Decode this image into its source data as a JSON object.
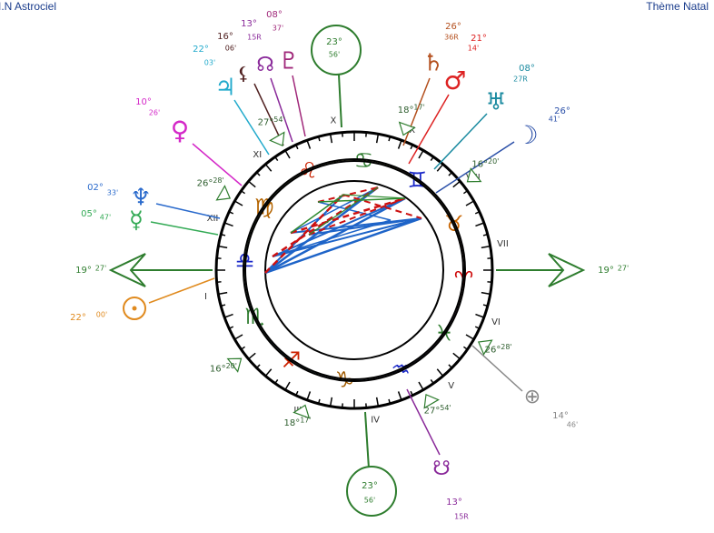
{
  "header": {
    "left_title": "I.N Astrociel",
    "right_title": "Thème Natal"
  },
  "chart_data": {
    "type": "natal-wheel",
    "colors": {
      "ring_stroke": "#000000",
      "axis_green": "#2e7d2e",
      "houses_text": "#333333"
    },
    "signs": [
      {
        "name": "Aries",
        "glyph": "♈",
        "fill": "#f7c6c6",
        "color": "#cc0000",
        "start_angle": 0
      },
      {
        "name": "Taurus",
        "glyph": "♉",
        "fill": "#f7cda5",
        "color": "#c86400",
        "start_angle": 30
      },
      {
        "name": "Gemini",
        "glyph": "♊",
        "fill": "#f7e0a5",
        "color": "#1a28c8",
        "start_angle": 60
      },
      {
        "name": "Cancer",
        "glyph": "♋",
        "fill": "#f0f2a8",
        "color": "#2c7a2c",
        "start_angle": 90
      },
      {
        "name": "Leo",
        "glyph": "♌",
        "fill": "#e8f3a5",
        "color": "#cc2200",
        "start_angle": 120
      },
      {
        "name": "Virgo",
        "glyph": "♍",
        "fill": "#d2f0a5",
        "color": "#b46400",
        "start_angle": 150
      },
      {
        "name": "Libra",
        "glyph": "♎",
        "fill": "#b9f0b4",
        "color": "#1a28c8",
        "start_angle": 180
      },
      {
        "name": "Scorpio",
        "glyph": "♏",
        "fill": "#aef0d2",
        "color": "#2c7a2c",
        "start_angle": 210
      },
      {
        "name": "Sagittarius",
        "glyph": "♐",
        "fill": "#aeeaf2",
        "color": "#cc2200",
        "start_angle": 240
      },
      {
        "name": "Capricorn",
        "glyph": "♑",
        "fill": "#aecdf2",
        "color": "#a05a00",
        "start_angle": 270
      },
      {
        "name": "Aquarius",
        "glyph": "♒",
        "fill": "#b8b4f2",
        "color": "#1a28c8",
        "start_angle": 300
      },
      {
        "name": "Pisces",
        "glyph": "♓",
        "fill": "#e6b4f2",
        "color": "#2c7a2c",
        "start_angle": 330
      }
    ],
    "houses": [
      {
        "numeral": "I",
        "cusp_deg": "",
        "cusp_min": ""
      },
      {
        "numeral": "II",
        "cusp_deg": "16°",
        "cusp_min": "20'"
      },
      {
        "numeral": "III",
        "cusp_deg": "18°",
        "cusp_min": "17'"
      },
      {
        "numeral": "IV",
        "cusp_deg": "",
        "cusp_min": ""
      },
      {
        "numeral": "V",
        "cusp_deg": "27°",
        "cusp_min": "54'"
      },
      {
        "numeral": "VI",
        "cusp_deg": "26°",
        "cusp_min": "28'"
      },
      {
        "numeral": "VII",
        "cusp_deg": "",
        "cusp_min": ""
      },
      {
        "numeral": "VIII",
        "cusp_deg": "16°",
        "cusp_min": "20'"
      },
      {
        "numeral": "IX",
        "cusp_deg": "18°",
        "cusp_min": "17'"
      },
      {
        "numeral": "X",
        "cusp_deg": "",
        "cusp_min": ""
      },
      {
        "numeral": "XI",
        "cusp_deg": "27°",
        "cusp_min": "54'"
      },
      {
        "numeral": "XII",
        "cusp_deg": "26°",
        "cusp_min": "28'"
      }
    ],
    "axes": {
      "asc": {
        "deg": "19°",
        "min": "27'"
      },
      "dsc": {
        "deg": "19°",
        "min": "27'"
      },
      "mc": {
        "deg": "23°",
        "min": "56'"
      },
      "ic": {
        "deg": "23°",
        "min": "56'"
      }
    },
    "planets": [
      {
        "name": "Sun",
        "glyph": "☉",
        "color": "#e08a1e",
        "deg": "22°",
        "min": "00'",
        "retro": ""
      },
      {
        "name": "Moon",
        "glyph": "☽",
        "color": "#2a4fa8",
        "deg": "26°",
        "min": "41'",
        "retro": ""
      },
      {
        "name": "Mercury",
        "glyph": "☿",
        "color": "#33aa55",
        "deg": "05°",
        "min": "47'",
        "retro": ""
      },
      {
        "name": "Venus",
        "glyph": "♀",
        "color": "#d428c8",
        "deg": "10°",
        "min": "26'",
        "retro": ""
      },
      {
        "name": "Mars",
        "glyph": "♂",
        "color": "#dd2222",
        "deg": "21°",
        "min": "14'",
        "retro": ""
      },
      {
        "name": "Jupiter",
        "glyph": "♃",
        "color": "#22aacc",
        "deg": "22°",
        "min": "03'",
        "retro": ""
      },
      {
        "name": "Saturn",
        "glyph": "♄",
        "color": "#b4501e",
        "deg": "26°",
        "min": "36",
        "retro": "R"
      },
      {
        "name": "Uranus",
        "glyph": "♅",
        "color": "#1a8aa0",
        "deg": "08°",
        "min": "27",
        "retro": "R"
      },
      {
        "name": "Neptune",
        "glyph": "♆",
        "color": "#2a6acc",
        "deg": "02°",
        "min": "33'",
        "retro": ""
      },
      {
        "name": "Pluto",
        "glyph": "♇",
        "color": "#a0287a",
        "deg": "08°",
        "min": "37'",
        "retro": ""
      },
      {
        "name": "Lilith",
        "glyph": "⚸",
        "color": "#502020",
        "deg": "16°",
        "min": "06'",
        "retro": ""
      },
      {
        "name": "North Node",
        "glyph": "☊",
        "color": "#8a2a9a",
        "deg": "13°",
        "min": "15",
        "retro": "R"
      },
      {
        "name": "South Node",
        "glyph": "☋",
        "color": "#8a2a9a",
        "deg": "13°",
        "min": "15",
        "retro": "R"
      },
      {
        "name": "Part of Fortune",
        "glyph": "⊕",
        "color": "#888888",
        "deg": "14°",
        "min": "46'",
        "retro": ""
      }
    ],
    "aspects": {
      "colors": {
        "trine": "#1e64c8",
        "sextile": "#1e64c8",
        "square": "#cc1111",
        "opposition": "#cc1111",
        "conjunction": "#2e8a2e"
      }
    }
  }
}
